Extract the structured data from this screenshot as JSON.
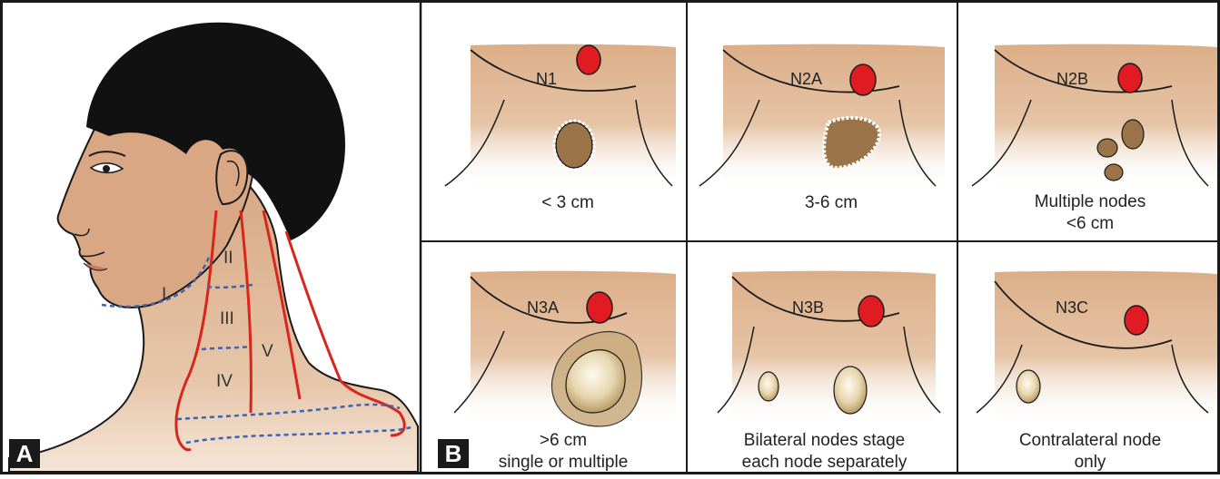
{
  "panel_a": {
    "letter": "A",
    "levels": [
      "I",
      "II",
      "III",
      "IV",
      "V"
    ]
  },
  "panel_b": {
    "letter": "B",
    "cells": [
      {
        "stage": "N1",
        "caption": [
          "< 3 cm"
        ]
      },
      {
        "stage": "N2A",
        "caption": [
          "3-6 cm"
        ]
      },
      {
        "stage": "N2B",
        "caption": [
          "Multiple nodes",
          "<6 cm"
        ]
      },
      {
        "stage": "N3A",
        "caption": [
          ">6 cm",
          "single or multiple"
        ]
      },
      {
        "stage": "N3B",
        "caption": [
          "Bilateral nodes stage",
          "each node separately"
        ]
      },
      {
        "stage": "N3C",
        "caption": [
          "Contralateral node",
          "only"
        ]
      }
    ]
  },
  "colors": {
    "frame": "#1a1a1a",
    "skin": "#ddb08c",
    "tumor": "#e11b22",
    "node": "#9a7448",
    "level_line": "#d8261c",
    "level_dash": "#3b64b4",
    "hair": "#111111"
  }
}
